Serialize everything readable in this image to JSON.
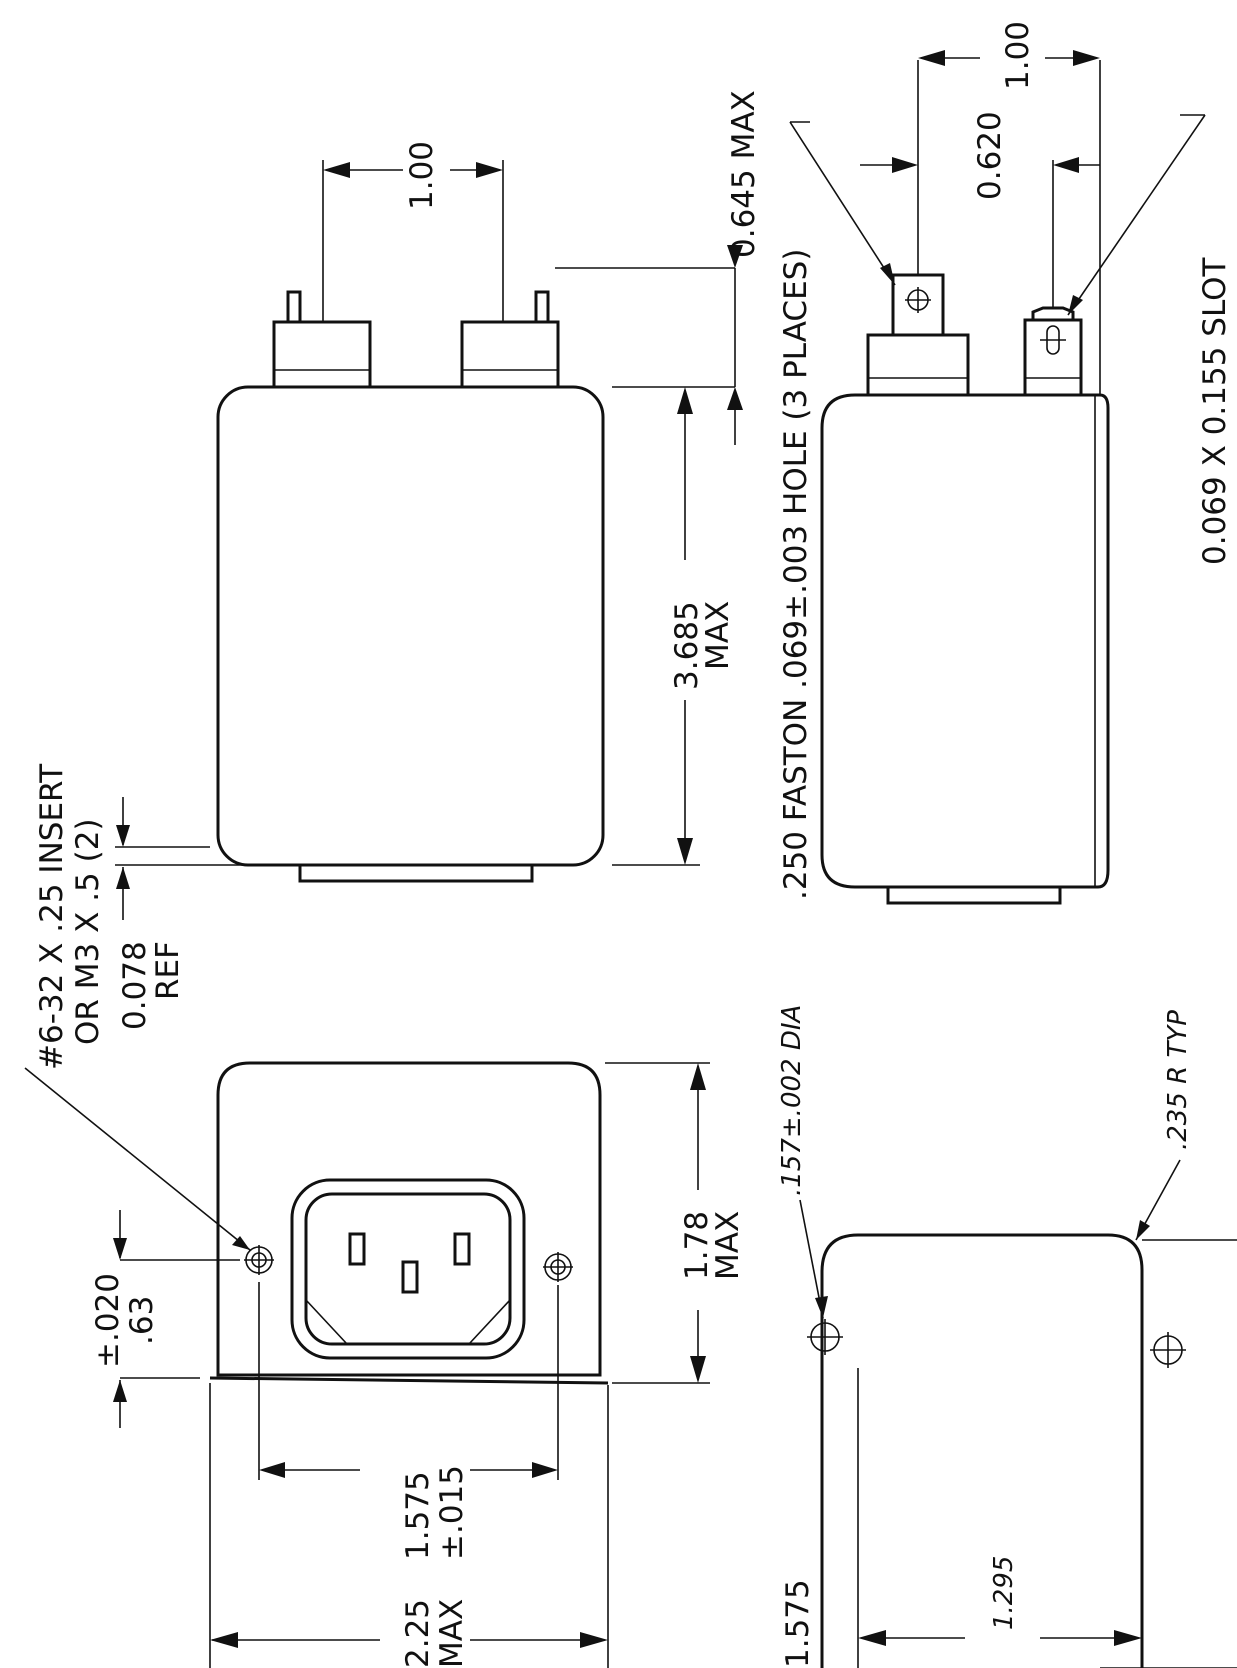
{
  "drawing": {
    "background": "#ffffff",
    "line_color": "#111111",
    "labels": {
      "insert_1": "#6-32 X .25 INSERT",
      "insert_2": "OR M3 X .5 (2)",
      "ref_078_1": "0.078",
      "ref_078_2": "REF",
      "tol_020": "±.020",
      "val_63": ".63",
      "dim_1575_1": "1.575",
      "dim_1575_2": "±.015",
      "dim_225_1": "2.25",
      "dim_225_2": "MAX",
      "dim_178_1": "1.78",
      "dim_178_2": "MAX",
      "dim_3685_1": "3.685",
      "dim_3685_2": "MAX",
      "dim_100_top": "1.00",
      "dim_0645": "0.645 MAX",
      "faston": ".250 FASTON .069±.003 HOLE (3 PLACES)",
      "slot": "0.069 X 0.155 SLOT",
      "dim_0620": "0.620",
      "dim_100_right": "1.00",
      "dia_157": ".157±.002 DIA",
      "r_235": ".235 R TYP",
      "dim_1295": "1.295",
      "dim_1575_b": "1.575"
    }
  }
}
